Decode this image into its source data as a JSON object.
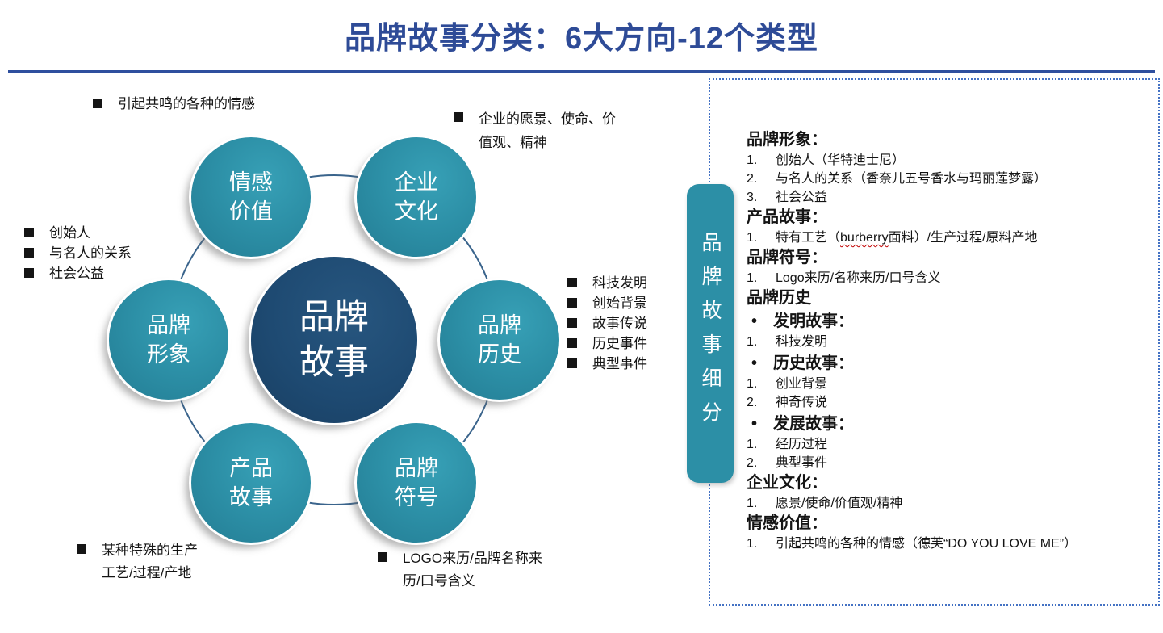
{
  "title": "品牌故事分类：6大方向-12个类型",
  "colors": {
    "title_blue": "#2E4B97",
    "divider_blue": "#2E4F9E",
    "circle_teal": "#2C8FA6",
    "center_navy": "#1E4A72",
    "ring_line": "#3A648C",
    "dashed_border_blue": "#4472C4",
    "squiggle_red": "#C00000"
  },
  "diagram": {
    "center": {
      "line1": "品牌",
      "line2": "故事"
    },
    "nodes": [
      {
        "line1": "情感",
        "line2": "价值"
      },
      {
        "line1": "企业",
        "line2": "文化"
      },
      {
        "line1": "品牌",
        "line2": "历史"
      },
      {
        "line1": "品牌",
        "line2": "符号"
      },
      {
        "line1": "产品",
        "line2": "故事"
      },
      {
        "line1": "品牌",
        "line2": "形象"
      }
    ],
    "annotations": {
      "emotion": {
        "items": [
          "引起共鸣的各种的情感"
        ]
      },
      "culture": {
        "items": [
          "企业的愿景、使命、价值观、精神"
        ]
      },
      "image": {
        "items": [
          "创始人",
          "与名人的关系",
          "社会公益"
        ]
      },
      "history": {
        "items": [
          "科技发明",
          "创始背景",
          "故事传说",
          "历史事件",
          "典型事件"
        ]
      },
      "product": {
        "items": [
          "某种特殊的生产工艺/过程/产地"
        ]
      },
      "symbol": {
        "items": [
          "LOGO来历/品牌名称来历/口号含义"
        ]
      }
    }
  },
  "panel": {
    "tag": "品牌故事细分",
    "bullet_glyph": "•",
    "rows": [
      {
        "type": "header",
        "text": "品牌形象："
      },
      {
        "type": "item",
        "num": "1.",
        "text": "创始人（华特迪士尼）"
      },
      {
        "type": "item",
        "num": "2.",
        "text": "与名人的关系（香奈儿五号香水与玛丽莲梦露）"
      },
      {
        "type": "item",
        "num": "3.",
        "text": "社会公益"
      },
      {
        "type": "header",
        "text": "产品故事："
      },
      {
        "type": "item",
        "num": "1.",
        "pre": "特有工艺（",
        "word": "burberry",
        "post": "面料）/生产过程/原料产地"
      },
      {
        "type": "header",
        "text": "品牌符号："
      },
      {
        "type": "item",
        "num": "1.",
        "text": "Logo来历/名称来历/口号含义"
      },
      {
        "type": "header",
        "text": "品牌历史"
      },
      {
        "type": "bullet",
        "text": "发明故事："
      },
      {
        "type": "item",
        "num": "1.",
        "text": "科技发明"
      },
      {
        "type": "bullet",
        "text": "历史故事："
      },
      {
        "type": "item",
        "num": "1.",
        "text": "创业背景"
      },
      {
        "type": "item",
        "num": "2.",
        "text": "神奇传说"
      },
      {
        "type": "bullet",
        "text": "发展故事："
      },
      {
        "type": "item",
        "num": "1.",
        "text": "经历过程"
      },
      {
        "type": "item",
        "num": "2.",
        "text": "典型事件"
      },
      {
        "type": "header",
        "text": "企业文化："
      },
      {
        "type": "item",
        "num": "1.",
        "text": "愿景/使命/价值观/精神"
      },
      {
        "type": "header",
        "text": "情感价值："
      },
      {
        "type": "item",
        "num": "1.",
        "text": "引起共鸣的各种的情感（德芙“DO YOU LOVE ME”）"
      }
    ]
  }
}
